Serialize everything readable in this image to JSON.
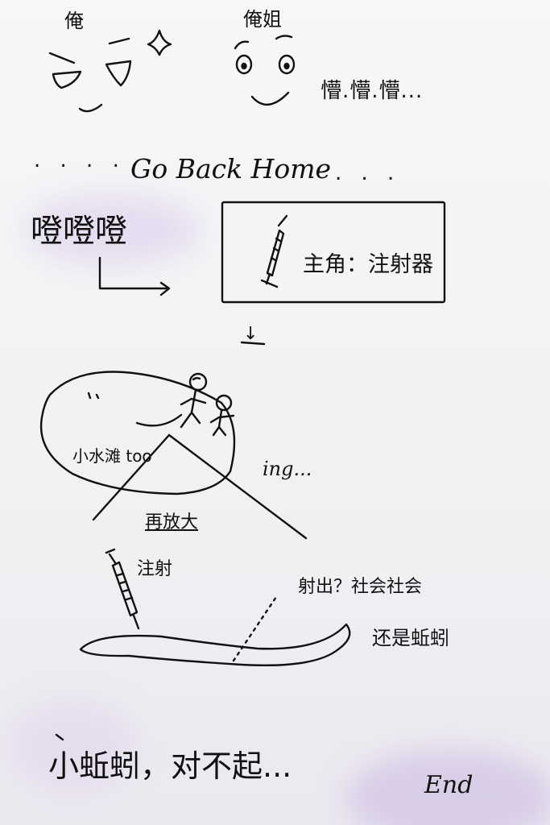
{
  "labels": {
    "me": "俺",
    "sister": "俺姐",
    "confused": "懵.懵.懵...",
    "dots_left": ". . . .",
    "go_back_home": "Go Back Home",
    "dots_right": ". . .",
    "sound": "噔噔噔",
    "protagonist": "主角：注射器",
    "arrow_down": "↓",
    "puddle": "小水滩 too",
    "ing": "ing...",
    "zoom_again": "再放大",
    "inject": "注射",
    "shoot_out": "射出？社会社会",
    "still_earthworm": "还是蚯蚓",
    "apology": "小蚯蚓，对不起...",
    "end": "End"
  },
  "colors": {
    "ink": "#111111",
    "paper": "#f3f3f5",
    "purple_tint": "#b79ad6"
  },
  "icons": [
    "sparkle-icon",
    "syringe-icon",
    "stick-figure-icon",
    "earthworm-icon",
    "arrow-icon"
  ]
}
